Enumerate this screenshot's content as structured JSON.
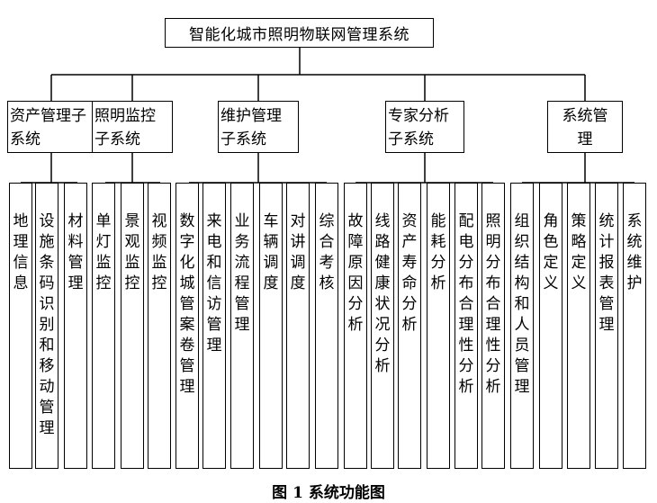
{
  "root": "智能化城市照明物联网管理系统",
  "subsystems": [
    {
      "label": "资产管理子系统",
      "children": [
        "地理信息",
        "设施条码识别和移动管理",
        "材料管理"
      ]
    },
    {
      "label": "照明监控子系统",
      "children": [
        "单灯监控",
        "景观监控",
        "视频监控"
      ]
    },
    {
      "label": "维护管理子系统",
      "children": [
        "数字化城管案卷管理",
        "来电和信访管理",
        "业务流程管理",
        "车辆调度",
        "对讲调度",
        "综合考核"
      ]
    },
    {
      "label": "专家分析子系统",
      "children": [
        "故障原因分析",
        "线路健康状况分析",
        "资产寿命分析",
        "能耗分析",
        "配电分布合理性分析",
        "照明分布合理性分析"
      ]
    },
    {
      "label": "系统管理",
      "children": [
        "组织结构和人员管理",
        "角色定义",
        "策略定义",
        "统计报表管理",
        "系统维护"
      ]
    }
  ],
  "caption": "图 1  系统功能图"
}
